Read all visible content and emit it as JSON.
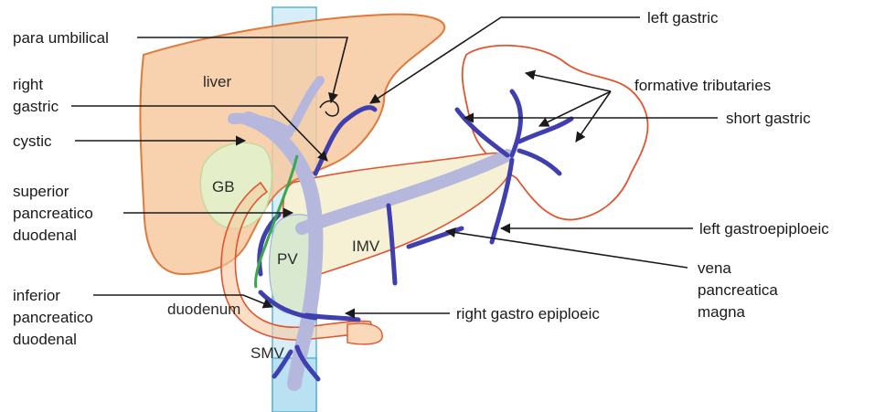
{
  "diagram": {
    "labels": {
      "para_umbilical": "para umbilical",
      "left_gastric": "left gastric",
      "right_gastric_line1": "right",
      "right_gastric_line2": "gastric",
      "formative_tributaries": "formative tributaries",
      "short_gastric": "short gastric",
      "cystic": "cystic",
      "superior_pd_line1": "superior",
      "superior_pd_line2": "pancreatico",
      "superior_pd_line3": "duodenal",
      "left_gastroepiploeic": "left gastroepiploeic",
      "vena_pm_line1": "vena",
      "vena_pm_line2": "pancreatica",
      "vena_pm_line3": "magna",
      "inferior_pd_line1": "inferior",
      "inferior_pd_line2": "pancreatico",
      "inferior_pd_line3": "duodenal",
      "right_gastro_epiploeic": "right gastro epiploeic"
    },
    "organs": {
      "liver": "liver",
      "gb": "GB",
      "pv": "PV",
      "imv": "IMV",
      "duodenum": "duodenum",
      "smv": "SMV"
    },
    "colors": {
      "liver_fill": "#f7c9a0",
      "liver_stroke": "#e07a3c",
      "organ_outline": "#e0552f",
      "vein": "#3f3fb0",
      "portal_vein": "#b5b8dc",
      "pancreas_fill": "#f6f0d4",
      "gallbladder_fill": "#e4efc9",
      "duct_green": "#3aa84a",
      "aorta_fill": "#cbe7f3",
      "aorta_stroke": "#5ab3d6",
      "arrow": "#1a1a1a"
    }
  }
}
